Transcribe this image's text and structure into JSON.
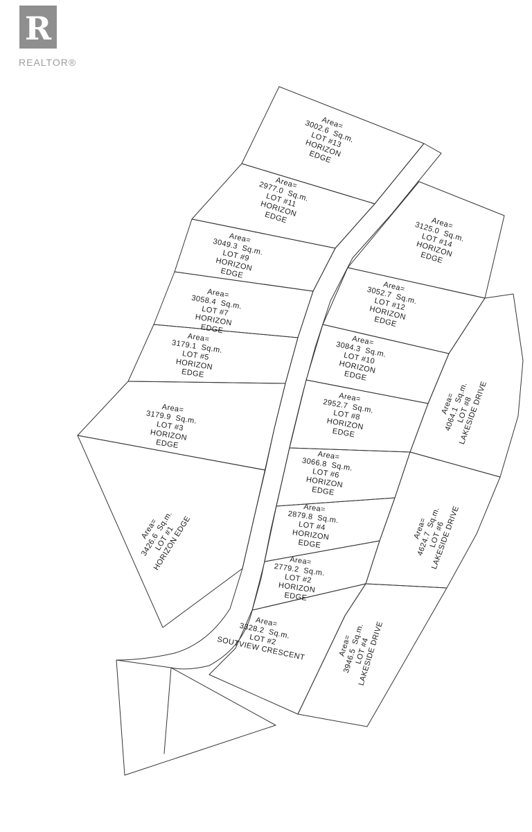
{
  "logo": {
    "letter": "R",
    "brand": "REALTOR®",
    "box_color": "#8f8f8f",
    "text_color": "#9d9d9d"
  },
  "map": {
    "line_color": "#343434",
    "background": "#ffffff"
  },
  "lots": [
    {
      "id": "lot-13",
      "lines": [
        "Area=",
        "3002.6  Sq.m.",
        "LOT #13",
        "HORIZON",
        "EDGE"
      ]
    },
    {
      "id": "lot-11",
      "lines": [
        "Area=",
        "2977.0  Sq.m.",
        "LOT #11",
        "HORIZON",
        "EDGE"
      ]
    },
    {
      "id": "lot-9",
      "lines": [
        "Area=",
        "3049.3  Sq.m.",
        "LOT #9",
        "HORIZON",
        "EDGE"
      ]
    },
    {
      "id": "lot-7",
      "lines": [
        "Area=",
        "3058.4  Sq.m.",
        "LOT #7",
        "HORIZON",
        "EDGE"
      ]
    },
    {
      "id": "lot-5",
      "lines": [
        "Area=",
        "3179.1  Sq.m.",
        "LOT #5",
        "HORIZON",
        "EDGE"
      ]
    },
    {
      "id": "lot-3",
      "lines": [
        "Area=",
        "3179.9  Sq.m.",
        "LOT #3",
        "HORIZON",
        "EDGE"
      ]
    },
    {
      "id": "lot-1",
      "lines": [
        "Area=",
        "3426.6  Sq.m.",
        "LOT #1",
        "HORIZON EDGE"
      ]
    },
    {
      "id": "lot-14",
      "lines": [
        "Area=",
        "3125.0  Sq.m.",
        "LOT #14",
        "HORIZON",
        "EDGE"
      ]
    },
    {
      "id": "lot-12",
      "lines": [
        "Area=",
        "3052.7  Sq.m.",
        "LOT #12",
        "HORIZON",
        "EDGE"
      ]
    },
    {
      "id": "lot-10",
      "lines": [
        "Area=",
        "3084.3  Sq.m.",
        "LOT #10",
        "HORIZON",
        "EDGE"
      ]
    },
    {
      "id": "lot-8",
      "lines": [
        "Area=",
        "2952.7  Sq.m.",
        "LOT #8",
        "HORIZON",
        "EDGE"
      ]
    },
    {
      "id": "lot-6",
      "lines": [
        "Area=",
        "3066.8  Sq.m.",
        "LOT #6",
        "HORIZON",
        "EDGE"
      ]
    },
    {
      "id": "lot-4",
      "lines": [
        "Area=",
        "2879.8  Sq.m.",
        "LOT #4",
        "HORIZON",
        "EDGE"
      ]
    },
    {
      "id": "lot-2",
      "lines": [
        "Area=",
        "2779.2  Sq.m.",
        "LOT #2",
        "HORIZON",
        "EDGE"
      ]
    },
    {
      "id": "lot-2-soutview",
      "lines": [
        "Area=",
        "3328.2  Sq.m.",
        "LOT #2",
        "SOUTVIEW CRESCENT"
      ]
    },
    {
      "id": "lot-8-lakeside",
      "lines": [
        "Area=",
        "4064.1  Sq.m.",
        "LOT #8",
        "LAKESIDE DRIVE"
      ]
    },
    {
      "id": "lot-6-lakeside",
      "lines": [
        "Area=",
        "4624.7  Sq.m.",
        "LOT #6",
        "LAKESIDE DRIVE"
      ]
    },
    {
      "id": "lot-4-lakeside",
      "lines": [
        "Area=",
        "3946.5  Sq.m.",
        "LOT #4",
        "LAKESIDE DRIVE"
      ]
    }
  ]
}
